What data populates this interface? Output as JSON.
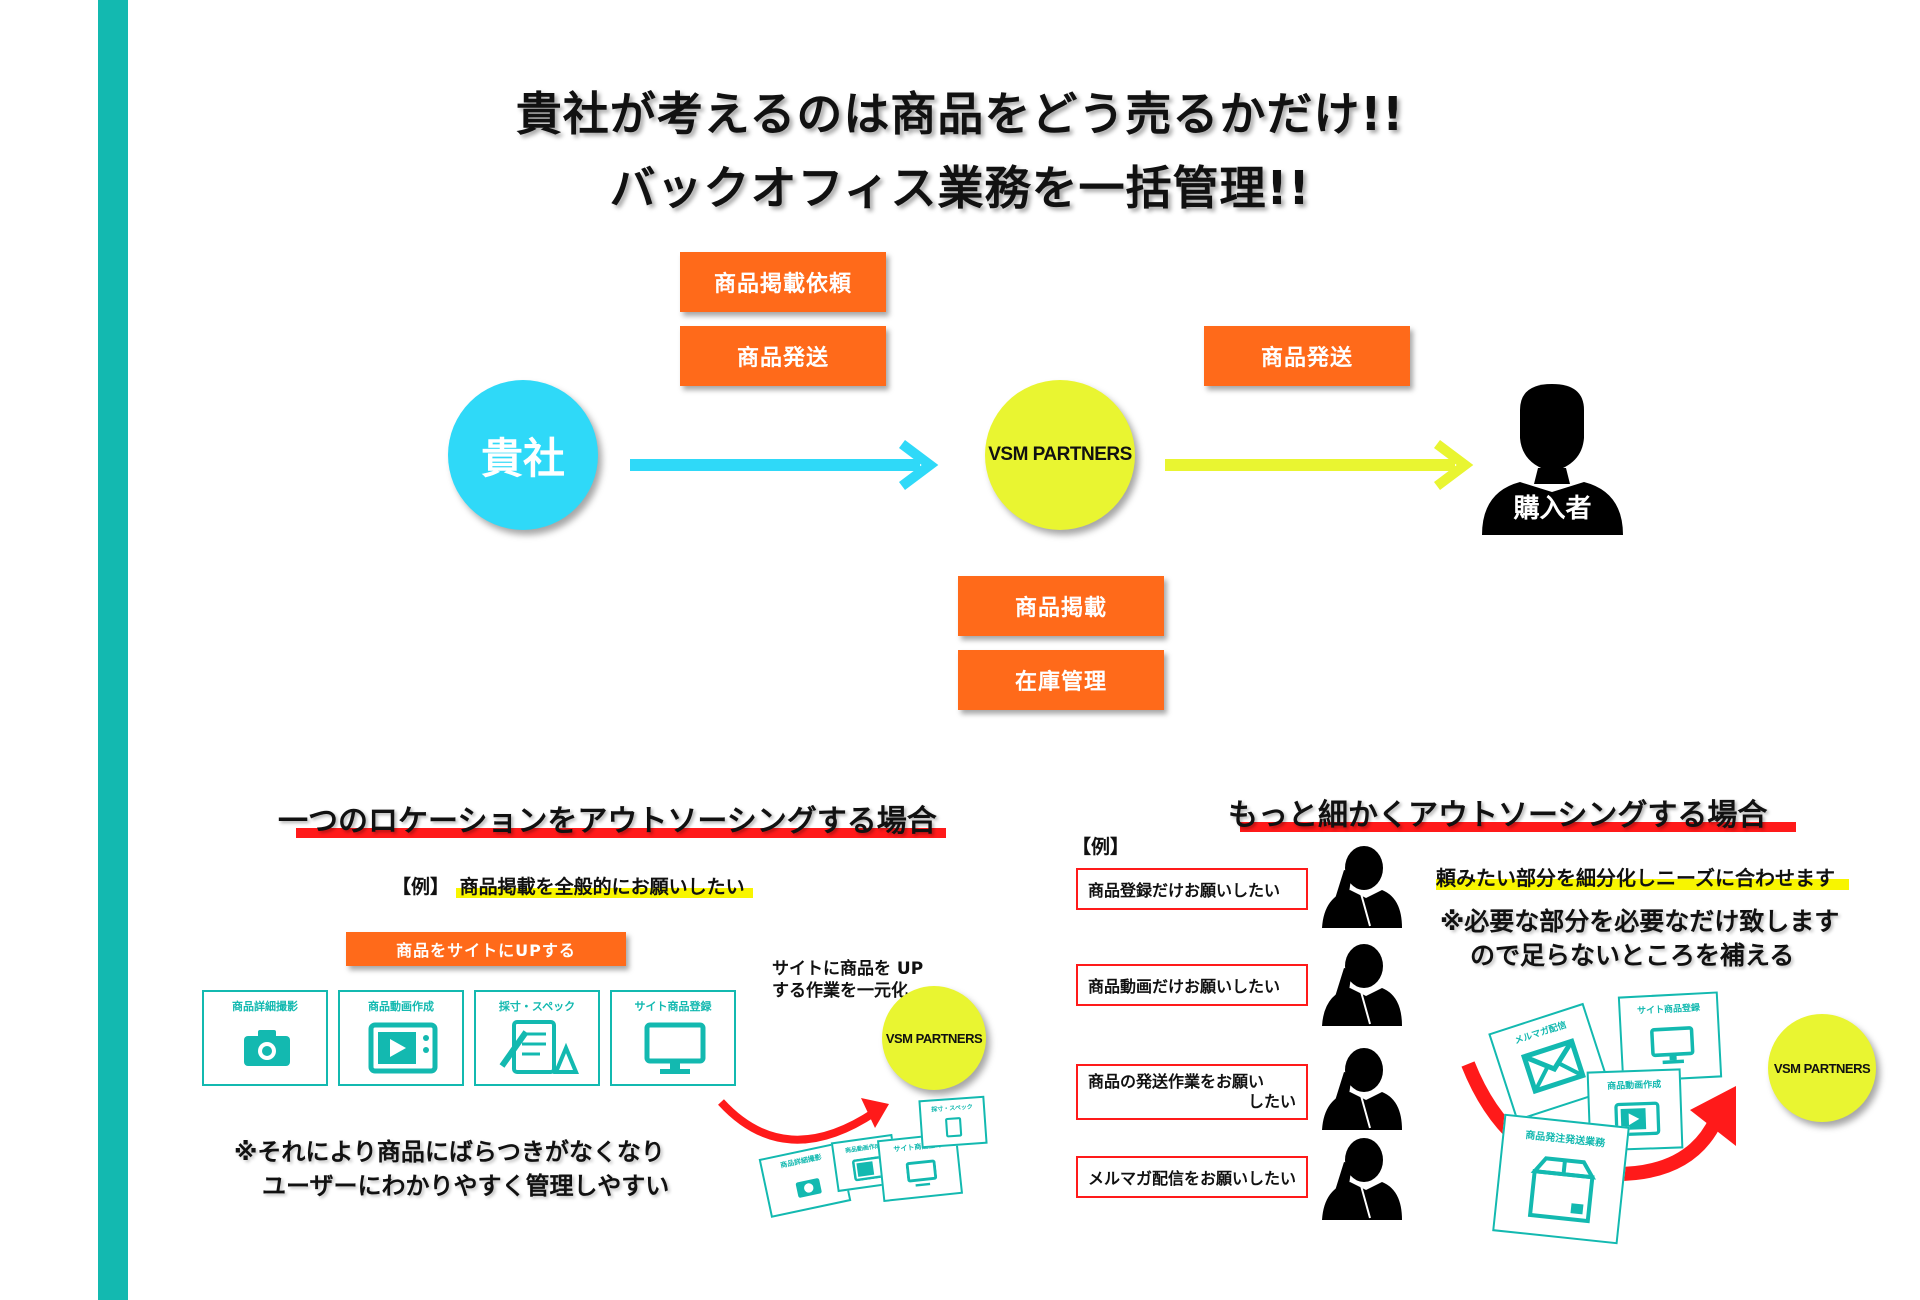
{
  "headline": {
    "line1": "貴社が考えるのは商品をどう売るかだけ!!",
    "line2": "バックオフィス業務を一括管理!!"
  },
  "flow": {
    "client": "貴社",
    "partner": "VSM PARTNERS",
    "buyer": "購入者",
    "top_left_boxes": [
      "商品掲載依頼",
      "商品発送"
    ],
    "top_right_box": "商品発送",
    "bottom_boxes": [
      "商品掲載",
      "在庫管理"
    ],
    "colors": {
      "client": "#2fd9f8",
      "partner": "#e9f531",
      "orange": "#ff6a1a"
    }
  },
  "left_section": {
    "title": "一つのロケーションをアウトソーシングする場合",
    "example_label": "【例】",
    "example_text": "商品掲載を全般的にお願いしたい",
    "task_header": "商品をサイトにUPする",
    "tasks": [
      {
        "label": "商品詳細撮影",
        "icon": "camera-icon"
      },
      {
        "label": "商品動画作成",
        "icon": "video-icon"
      },
      {
        "label": "採寸・スペック",
        "icon": "measure-icon"
      },
      {
        "label": "サイト商品登録",
        "icon": "monitor-icon"
      }
    ],
    "unify_text_1": "サイトに商品を UP",
    "unify_text_2": "する作業を一元化",
    "partner": "VSM PARTNERS",
    "note_1": "※それにより商品にばらつきがなくなり",
    "note_2": "ユーザーにわかりやすく管理しやすい"
  },
  "right_section": {
    "title": "もっと細かくアウトソーシングする場合",
    "example_label": "【例】",
    "requests": [
      "商品登録だけお願いしたい",
      "商品動画だけお願いしたい",
      "商品の発送作業をお願い",
      "メルマガ配信をお願いしたい"
    ],
    "request3_line2": "したい",
    "highlight": "頼みたい部分を細分化しニーズに合わせます",
    "note_1": "※必要な部分を必要なだけ致します",
    "note_2": "ので足らないところを補える",
    "cards": [
      "メルマガ配信",
      "サイト商品登録",
      "商品動画作成",
      "商品発注発送業務"
    ],
    "partner": "VSM PARTNERS"
  }
}
